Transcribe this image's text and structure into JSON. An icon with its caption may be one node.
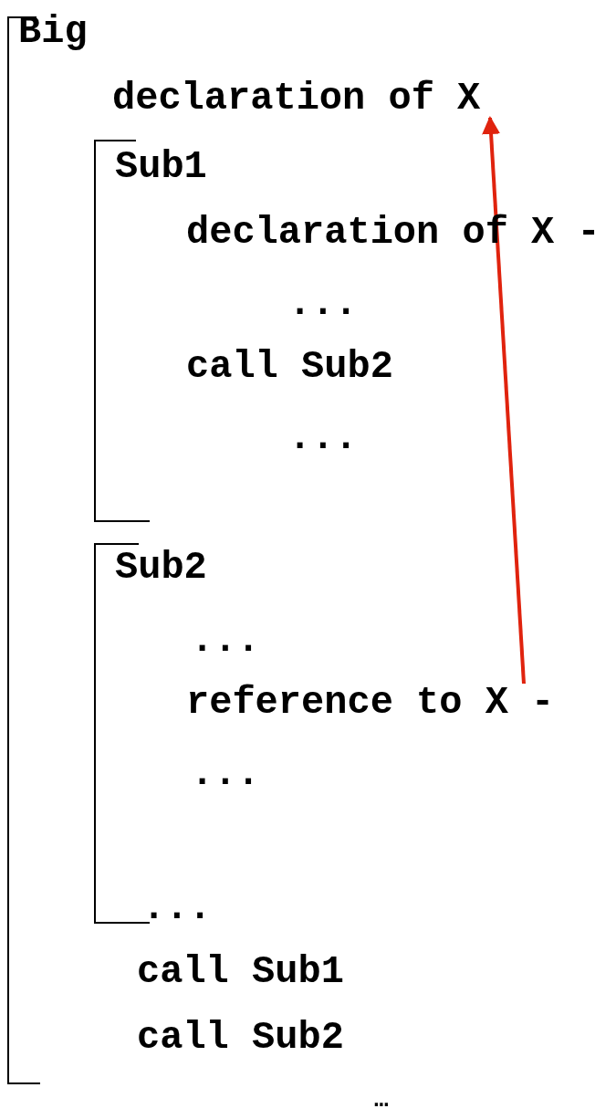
{
  "diagram": {
    "nodes": [
      {
        "text": [
          "Big",
          "call Sub1",
          "call Sub2"
        ]
      },
      {
        "text": [
          "declaration of X"
        ],
        "in": 0
      },
      {
        "text": [
          "Sub1",
          "declaration of X -",
          "...",
          "call Sub2",
          "..."
        ],
        "in": 0
      },
      {
        "text": [
          "Sub2",
          "...",
          "...",
          "..."
        ],
        "in": 0
      },
      {
        "text": [
          "reference to X -"
        ],
        "in": 3
      }
    ],
    "edges": [
      {
        "from": 4,
        "to": 1,
        "arrow": "to",
        "color": "#e0230e"
      }
    ],
    "labels": [
      "…"
    ]
  }
}
